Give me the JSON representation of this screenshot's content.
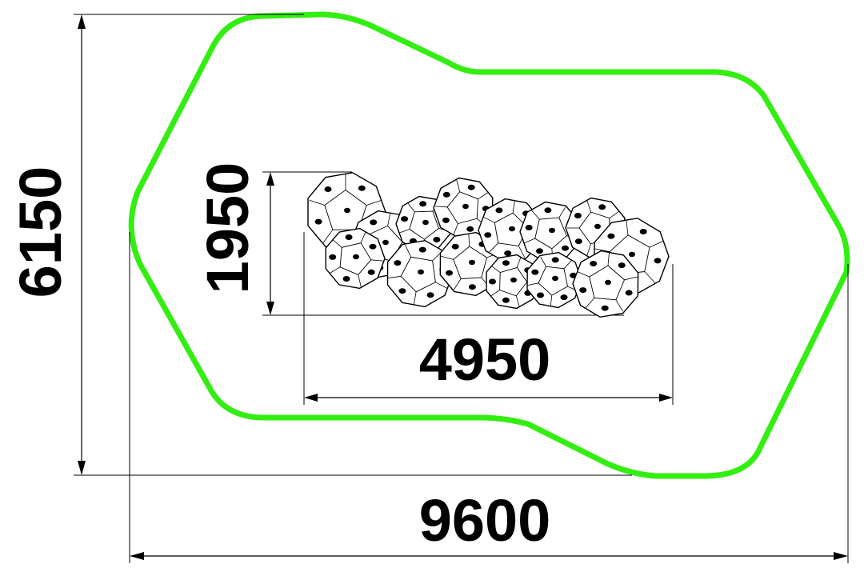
{
  "dimensions": {
    "overall_height": "6150",
    "overall_width": "9600",
    "structure_height": "1950",
    "structure_width": "4950"
  },
  "colors": {
    "safety_zone": "#33ee11",
    "lines": "#000000",
    "background": "#ffffff"
  },
  "structure": {
    "module_count": 14,
    "icons": [
      "climbing-hold-icon"
    ]
  }
}
